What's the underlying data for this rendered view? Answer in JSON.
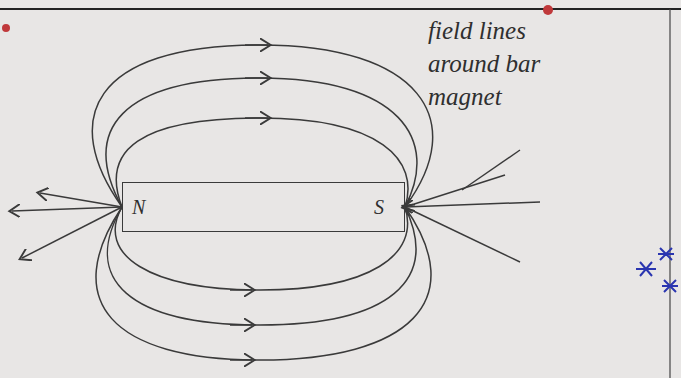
{
  "diagram": {
    "nodes": [
      {
        "text": [
          "N",
          "S"
        ]
      }
    ],
    "labels": [
      "field lines around bar magnet"
    ]
  }
}
